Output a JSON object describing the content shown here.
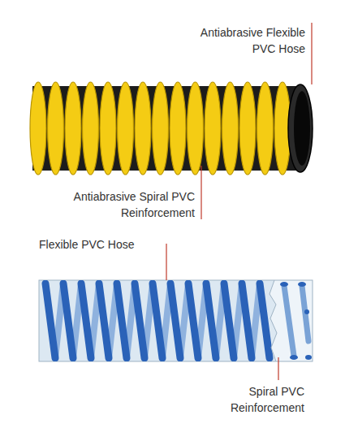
{
  "diagram": {
    "labels": [
      "Antiabrasive Flexible PVC Hose",
      "Antiabrasive Spiral PVC Reinforcement",
      "Flexible PVC Hose",
      "Spiral PVC Reinforcement"
    ]
  }
}
